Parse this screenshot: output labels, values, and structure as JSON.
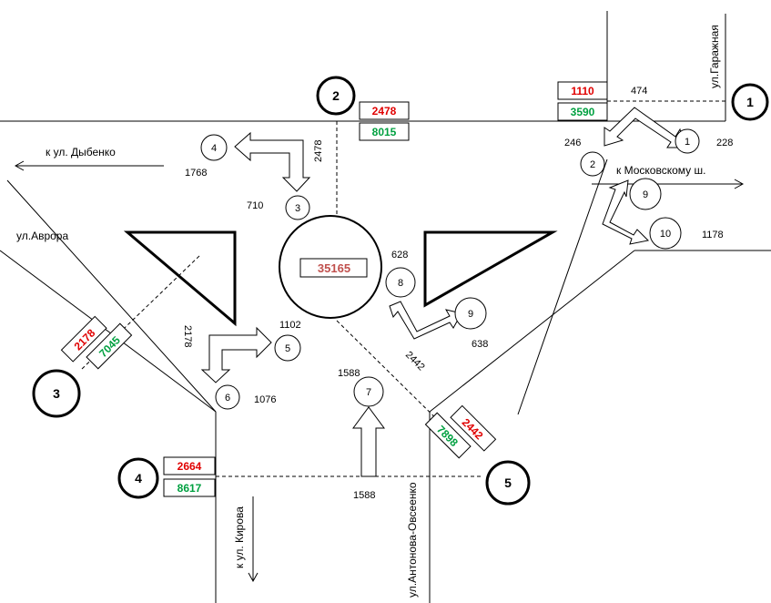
{
  "streets": {
    "garazhnaya": "ул.Гаражная",
    "dybenko": "к ул. Дыбенко",
    "avrora": "ул.Аврора",
    "moskovsky": "к Московскому ш.",
    "kirova": "к ул. Кирова",
    "antonova": "ул.Антонова-Овсеенко"
  },
  "center_total": "35165",
  "sections": {
    "s1": {
      "id": "1"
    },
    "s2": {
      "id": "2",
      "red": "2478",
      "green": "8015"
    },
    "s3": {
      "id": "3",
      "red": "2178",
      "green": "7045"
    },
    "s4": {
      "id": "4",
      "red": "2664",
      "green": "8617"
    },
    "s5": {
      "id": "5",
      "red": "2442",
      "green": "7898"
    },
    "s1_top": {
      "red": "1110",
      "green": "3590"
    }
  },
  "movements": {
    "m1": "1",
    "m2": "2",
    "m3": "3",
    "m4": "4",
    "m5": "5",
    "m6": "6",
    "m7": "7",
    "m8": "8",
    "m9": "9",
    "m9b": "9",
    "m10": "10"
  },
  "values": {
    "v474": "474",
    "v246": "246",
    "v228": "228",
    "v1178": "1178",
    "v1768": "1768",
    "v2478": "2478",
    "v710": "710",
    "v628": "628",
    "v638": "638",
    "v2442": "2442",
    "v1102": "1102",
    "v2178": "2178",
    "v1076": "1076",
    "v1588a": "1588",
    "v1588b": "1588"
  }
}
